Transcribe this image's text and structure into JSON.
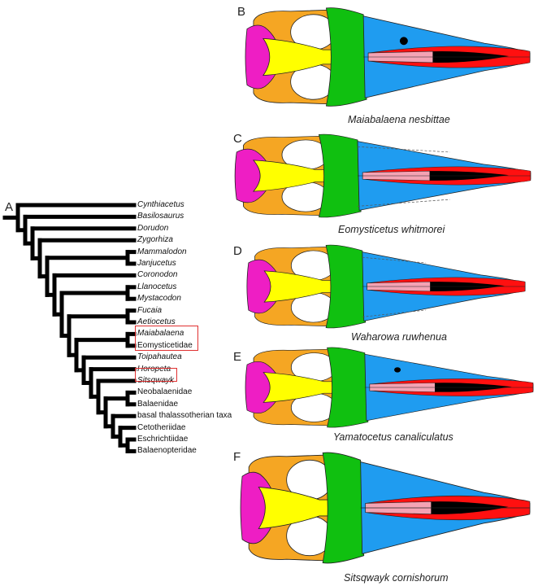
{
  "panel_letters": {
    "a": "A",
    "b": "B",
    "c": "C",
    "d": "D",
    "e": "E",
    "f": "F"
  },
  "tree": {
    "taxa": [
      {
        "name": "Cynthiacetus",
        "italic": true
      },
      {
        "name": "Basilosaurus",
        "italic": true
      },
      {
        "name": "Dorudon",
        "italic": true
      },
      {
        "name": "Zygorhiza",
        "italic": true
      },
      {
        "name": "Mammalodon",
        "italic": true
      },
      {
        "name": "Janjucetus",
        "italic": true
      },
      {
        "name": "Coronodon",
        "italic": true
      },
      {
        "name": "Llanocetus",
        "italic": true
      },
      {
        "name": "Mystacodon",
        "italic": true
      },
      {
        "name": "Fucaia",
        "italic": true
      },
      {
        "name": "Aetiocetus",
        "italic": true
      },
      {
        "name": "Maiabalaena",
        "italic": true
      },
      {
        "name": "Eomysticetidae",
        "italic": false
      },
      {
        "name": "Toipahautea",
        "italic": true
      },
      {
        "name": "Horopeta",
        "italic": true
      },
      {
        "name": "Sitsqwayk",
        "italic": true
      },
      {
        "name": "Neobalaenidae",
        "italic": false
      },
      {
        "name": "Balaenidae",
        "italic": false
      },
      {
        "name": "basal thalassotherian taxa",
        "italic": false
      },
      {
        "name": "Cetotheriidae",
        "italic": false
      },
      {
        "name": "Eschrichtiidae",
        "italic": false
      },
      {
        "name": "Balaenopteridae",
        "italic": false
      }
    ],
    "topology": [
      0,
      [
        1,
        [
          2,
          [
            3,
            [
              [
                4,
                5
              ],
              [
                6,
                [
                  [
                    7,
                    8
                  ],
                  [
                    [
                      9,
                      10
                    ],
                    [
                      [
                        11,
                        12
                      ],
                      [
                        13,
                        [
                          14,
                          [
                            15,
                            [
                              [
                                16,
                                17
                              ],
                              [
                                18,
                                [
                                  19,
                                  [
                                    20,
                                    21
                                  ]
                                ]
                              ]
                            ]
                          ]
                        ]
                      ]
                    ]
                  ]
                ]
              ]
            ]
          ]
        ]
      ]
    ],
    "highlighted": [
      "Maiabalaena + Eomysticetidae",
      "Sitsqwayk"
    ]
  },
  "captions": {
    "b": "Maiabalaena nesbittae",
    "c": "Eomysticetus whitmorei",
    "d": "Waharowa ruwhenua",
    "e": "Yamatocetus canaliculatus",
    "f": "Sitsqwayk cornishorum"
  },
  "colors": {
    "magenta": "#ee1ec4",
    "orange": "#f5a623",
    "yellow": "#ffff00",
    "green": "#10c010",
    "blue": "#1f9cf0",
    "red": "#ff1010",
    "pink": "#f4a3b4",
    "black": "#000000",
    "highlight_box": "#e03030"
  }
}
